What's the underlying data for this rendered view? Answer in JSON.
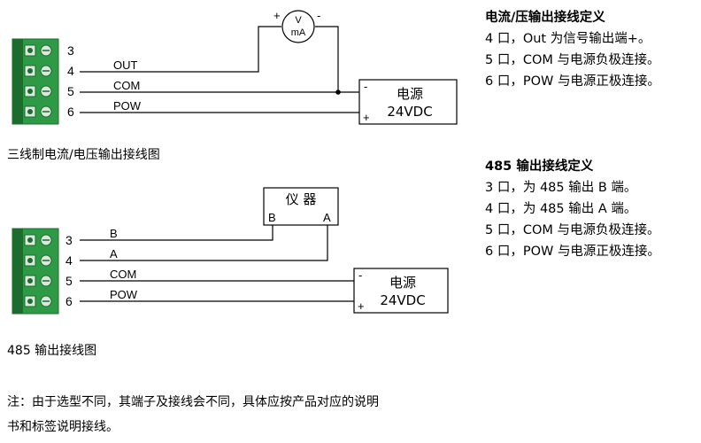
{
  "diagram1": {
    "terminals": [
      "3",
      "4",
      "5",
      "6"
    ],
    "wire_labels": [
      "OUT",
      "COM",
      "POW"
    ],
    "meter": {
      "top": "V",
      "bottom": "mA",
      "plus": "+",
      "minus": "-"
    },
    "supply": {
      "name": "电源",
      "voltage": "24VDC",
      "minus": "-",
      "plus": "+"
    },
    "caption": "三线制电流/电压输出接线图"
  },
  "diagram2": {
    "terminals": [
      "3",
      "4",
      "5",
      "6"
    ],
    "wire_labels": [
      "B",
      "A",
      "COM",
      "POW"
    ],
    "instrument": {
      "name": "仪 器",
      "b": "B",
      "a": "A"
    },
    "supply": {
      "name": "电源",
      "voltage": "24VDC",
      "minus": "-",
      "plus": "+"
    },
    "caption": "485 输出接线图"
  },
  "definitions": {
    "analog": {
      "title": "电流/压输出接线定义",
      "lines": [
        "4 口，Out 为信号输出端+。",
        "5 口，COM 与电源负极连接。",
        "6 口，POW 与电源正极连接。"
      ]
    },
    "rs485": {
      "title": "485 输出接线定义",
      "lines": [
        "3 口，为 485 输出 B 端。",
        "4 口，为 485 输出 A 端。",
        "5 口，COM 与电源负极连接。",
        "6 口，POW 与电源正极连接。"
      ]
    }
  },
  "note": {
    "line1": "注：由于选型不同，其端子及接线会不同，具体应按产品对应的说明",
    "line2": "书和标签说明接线。"
  },
  "colors": {
    "terminal_green": "#2f9a45",
    "terminal_dark": "#1e6b2e",
    "terminal_slot": "#d9e8dc"
  }
}
